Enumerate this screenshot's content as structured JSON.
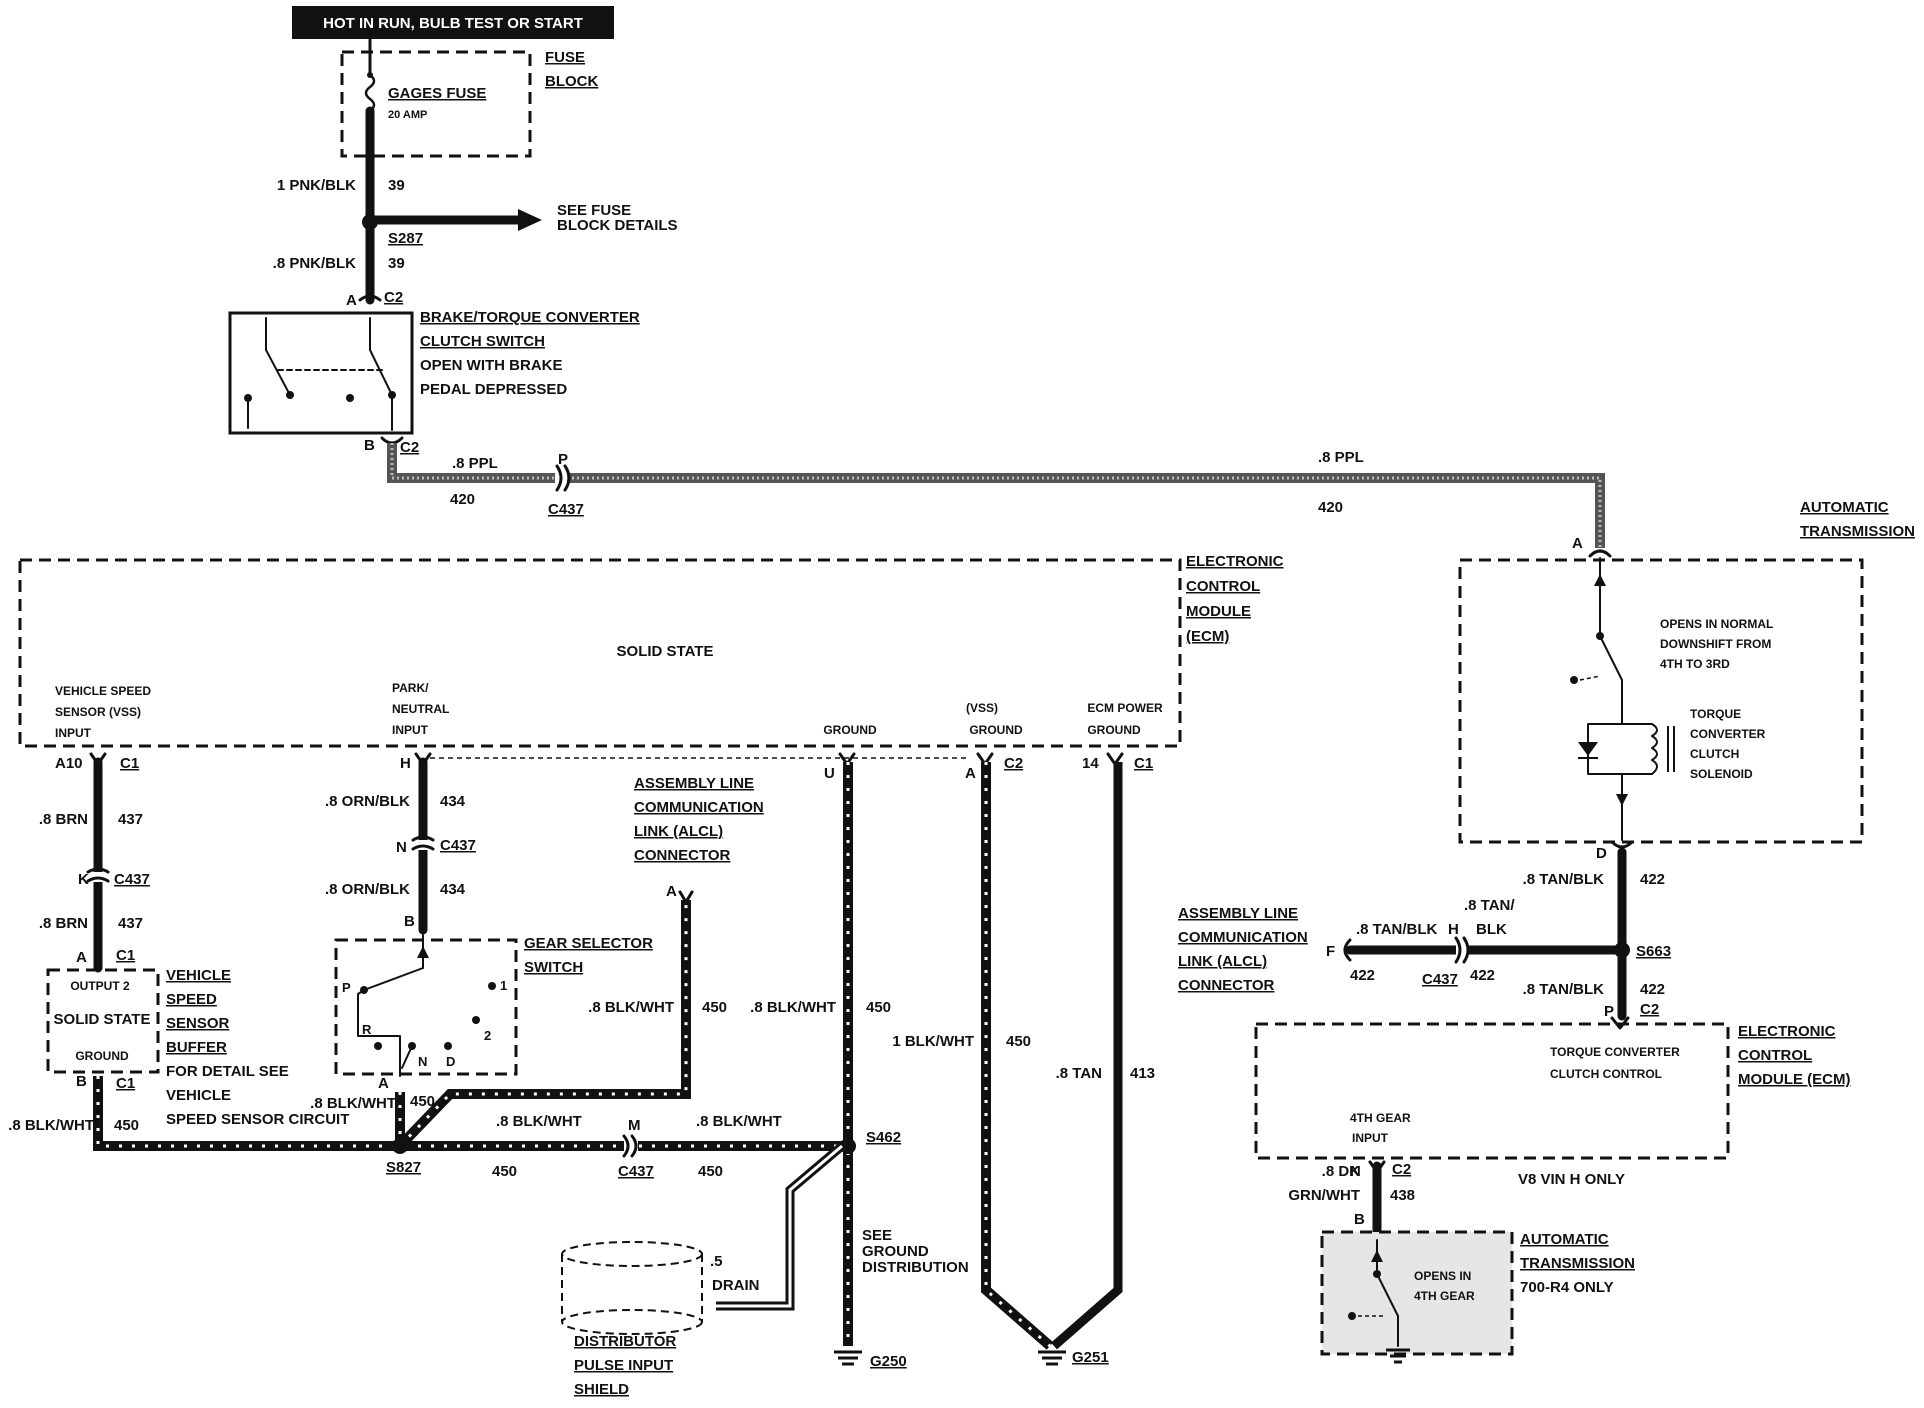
{
  "top": {
    "hot_label": "HOT IN RUN, BULB TEST OR START"
  },
  "fuse": {
    "name": "GAGES FUSE",
    "rating": "20 AMP",
    "block1": "FUSE",
    "block2": "BLOCK"
  },
  "wire39": {
    "top_gauge": "1 PNK/BLK",
    "top_num": "39",
    "bot_gauge": ".8 PNK/BLK",
    "bot_num": "39",
    "splice": "S287",
    "see1": "SEE FUSE",
    "see2": "BLOCK DETAILS"
  },
  "brake_switch": {
    "pinA": "A",
    "connA": "C2",
    "pinB": "B",
    "connB": "C2",
    "l1": "BRAKE/TORQUE CONVERTER",
    "l2": "CLUTCH SWITCH",
    "l3": "OPEN WITH BRAKE",
    "l4": "PEDAL DEPRESSED"
  },
  "wire420": {
    "g1": ".8 PPL",
    "n1": "420",
    "pinP": "P",
    "conn": "C437",
    "g2": ".8 PPL",
    "n2": "420"
  },
  "ecm_left": {
    "t1": "ELECTRONIC",
    "t2": "CONTROL",
    "t3": "MODULE",
    "t4": "(ECM)",
    "solid_state": "SOLID STATE",
    "vss1": "VEHICLE SPEED",
    "vss2": "SENSOR (VSS)",
    "vss3": "INPUT",
    "pn1": "PARK/",
    "pn2": "NEUTRAL",
    "pn3": "INPUT",
    "gnd": "GROUND",
    "vssg1": "(VSS)",
    "vssg2": "GROUND",
    "ep1": "ECM POWER",
    "ep2": "GROUND",
    "a10": "A10",
    "c1a": "C1",
    "h": "H",
    "u": "U",
    "a": "A",
    "c2": "C2",
    "p14": "14",
    "c1b": "C1"
  },
  "wire437": {
    "g1": ".8 BRN",
    "n1": "437",
    "pinK": "K",
    "conn": "C437",
    "g2": ".8 BRN",
    "n2": "437",
    "pinA": "A",
    "connA": "C1"
  },
  "vss_buffer": {
    "out": "OUTPUT 2",
    "solid": "SOLID STATE",
    "gnd": "GROUND",
    "l1": "VEHICLE",
    "l2": "SPEED",
    "l3": "SENSOR",
    "l4": "BUFFER",
    "l5": "FOR DETAIL SEE",
    "l6": "VEHICLE",
    "l7": "SPEED SENSOR CIRCUIT",
    "pinB": "B",
    "connB": "C1"
  },
  "wire434": {
    "g1": ".8 ORN/BLK",
    "n1": "434",
    "pinN": "N",
    "conn": "C437",
    "g2": ".8 ORN/BLK",
    "n2": "434",
    "pinB": "B"
  },
  "gear_switch": {
    "l1": "GEAR SELECTOR",
    "l2": "SWITCH",
    "p": "P",
    "r": "R",
    "n": "N",
    "d": "D",
    "two": "2",
    "one": "1",
    "pinA": "A"
  },
  "alcl_left": {
    "l1": "ASSEMBLY LINE",
    "l2": "COMMUNICATION",
    "l3": "LINK (ALCL)",
    "l4": "CONNECTOR",
    "pinA": "A"
  },
  "wire450": {
    "a_g": ".8 BLK/WHT",
    "a_n": "450",
    "b_g": ".8 BLK/WHT",
    "b_n": "450",
    "c_g": ".8 BLK/WHT",
    "c_n": "450",
    "d_g": ".8 BLK/WHT",
    "d_n": "450",
    "e_g": ".8 BLK/WHT",
    "e_n": "450",
    "f_g": ".8 BLK/WHT",
    "f_n": "450",
    "g_g": "1 BLK/WHT",
    "g_n": "450",
    "s827": "S827",
    "pinM": "M",
    "conn": "C437",
    "s462": "S462",
    "gv": "450"
  },
  "shield": {
    "l1": "DISTRIBUTOR",
    "l2": "PULSE INPUT",
    "l3": "SHIELD",
    "g": ".5",
    "drain": "DRAIN"
  },
  "ground": {
    "see1": "SEE",
    "see2": "GROUND",
    "see3": "DISTRIBUTION",
    "g250": "G250",
    "g251": "G251"
  },
  "wire413": {
    "g": ".8 TAN",
    "n": "413"
  },
  "auto_trans_top": {
    "l1": "AUTOMATIC",
    "l2": "TRANSMISSION",
    "pinA": "A",
    "o1": "OPENS IN NORMAL",
    "o2": "DOWNSHIFT FROM",
    "o3": "4TH TO 3RD",
    "s1": "TORQUE",
    "s2": "CONVERTER",
    "s3": "CLUTCH",
    "s4": "SOLENOID",
    "pinD": "D"
  },
  "wire422": {
    "g1": ".8 TAN/BLK",
    "n1": "422",
    "g2": ".8 TAN/",
    "g2b": "BLK",
    "g3": ".8 TAN/BLK",
    "n3": "422",
    "g4": ".8 TAN/BLK",
    "n4": "422",
    "n5": "422",
    "pinF": "F",
    "pinH": "H",
    "conn": "C437",
    "splice": "S663",
    "pinP": "P",
    "connP": "C2"
  },
  "alcl_right": {
    "l1": "ASSEMBLY LINE",
    "l2": "COMMUNICATION",
    "l3": "LINK (ALCL)",
    "l4": "CONNECTOR"
  },
  "ecm_right": {
    "t1": "ELECTRONIC",
    "t2": "CONTROL",
    "t3": "MODULE (ECM)",
    "tc1": "TORQUE CONVERTER",
    "tc2": "CLUTCH CONTROL",
    "g1": "4TH GEAR",
    "g2": "INPUT",
    "v8": "V8 VIN H ONLY",
    "pinN": "N",
    "connN": "C2"
  },
  "wire438": {
    "g1": ".8 DK",
    "g2": "GRN/WHT",
    "n": "438"
  },
  "auto_trans_bot": {
    "l1": "AUTOMATIC",
    "l2": "TRANSMISSION",
    "l3": "700-R4 ONLY",
    "o1": "OPENS IN",
    "o2": "4TH GEAR",
    "pinB": "B"
  }
}
